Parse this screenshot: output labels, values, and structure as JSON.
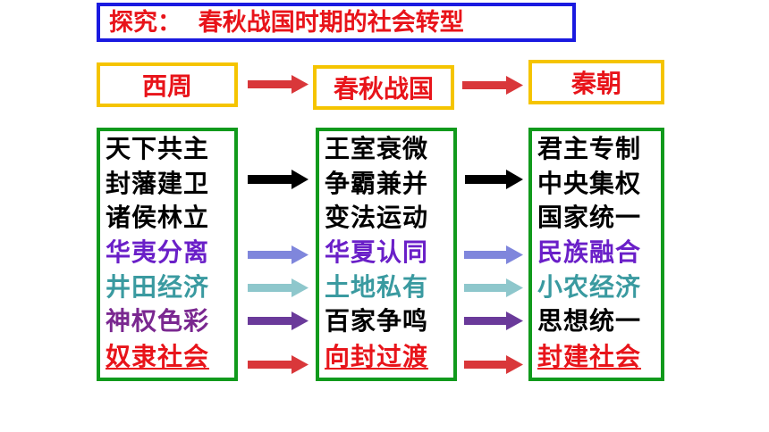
{
  "title": "探究：  春秋战国时期的社会转型",
  "eras": [
    "西周",
    "春秋战国",
    "秦朝"
  ],
  "columns": [
    {
      "items": [
        {
          "text": "天下共主",
          "color": "#000000"
        },
        {
          "text": "封藩建卫",
          "color": "#000000"
        },
        {
          "text": "诸侯林立",
          "color": "#000000"
        },
        {
          "text": "华夷分离",
          "color": "#6a1fc8"
        },
        {
          "text": "井田经济",
          "color": "#3a9aa0"
        },
        {
          "text": "神权色彩",
          "color": "#7a2890"
        },
        {
          "text": "奴隶社会",
          "color": "#e8141a",
          "underline": true
        }
      ]
    },
    {
      "items": [
        {
          "text": "王室衰微",
          "color": "#000000"
        },
        {
          "text": "争霸兼并",
          "color": "#000000"
        },
        {
          "text": "变法运动",
          "color": "#000000"
        },
        {
          "text": "华夏认同",
          "color": "#6a1fc8"
        },
        {
          "text": "土地私有",
          "color": "#3a9aa0"
        },
        {
          "text": "百家争鸣",
          "color": "#000000"
        },
        {
          "text": "向封过渡",
          "color": "#e8141a",
          "underline": true
        }
      ]
    },
    {
      "items": [
        {
          "text": "君主专制",
          "color": "#000000"
        },
        {
          "text": "中央集权",
          "color": "#000000"
        },
        {
          "text": "国家统一",
          "color": "#000000"
        },
        {
          "text": "民族融合",
          "color": "#6a1fc8"
        },
        {
          "text": "小农经济",
          "color": "#3a9aa0"
        },
        {
          "text": "思想统一",
          "color": "#000000"
        },
        {
          "text": "封建社会",
          "color": "#e8141a",
          "underline": true
        }
      ]
    }
  ],
  "colors": {
    "title_border": "#1a1ae0",
    "era_border": "#f5c400",
    "column_border": "#119a1c",
    "arrow_red": "#d9373a",
    "arrow_black": "#000000",
    "arrow_blue": "#7f86dc",
    "arrow_teal": "#8ec7cc",
    "arrow_purple": "#6a3a9a"
  }
}
